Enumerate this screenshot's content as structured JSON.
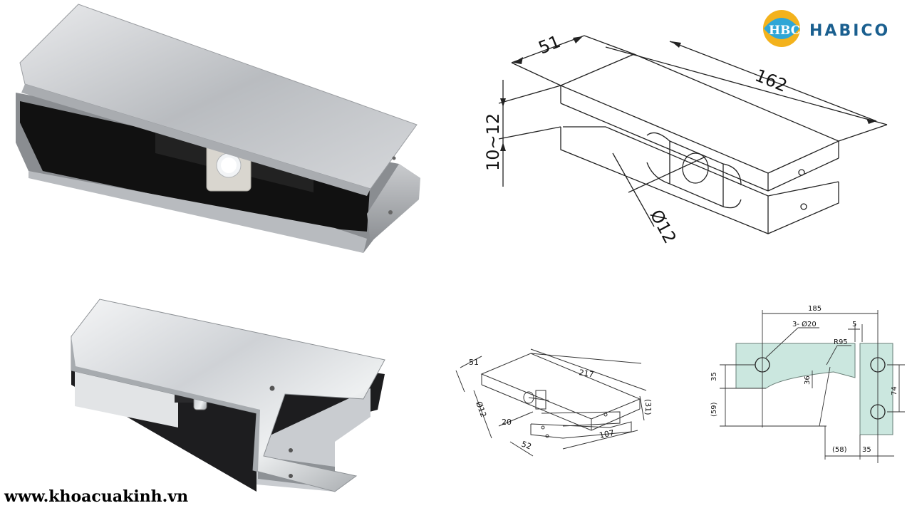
{
  "brand": {
    "name": "HABICO",
    "logo_text": "HBC"
  },
  "website": "www.khoacuakinh.vn",
  "drawing1": {
    "width": "51",
    "length": "162",
    "thickness": "10~12",
    "hole": "Ø12"
  },
  "drawing2": {
    "width": "51",
    "length": "217",
    "hole": "Ø12",
    "offset": "20",
    "depth": "52",
    "right": "107",
    "height": "(31)"
  },
  "drawing3": {
    "width": "185",
    "holes": "3- Ø20",
    "gap": "5",
    "radius": "R95",
    "a35": "35",
    "a36": "36",
    "a59": "(59)",
    "a74": "74",
    "a58": "(58)",
    "b35": "35"
  }
}
